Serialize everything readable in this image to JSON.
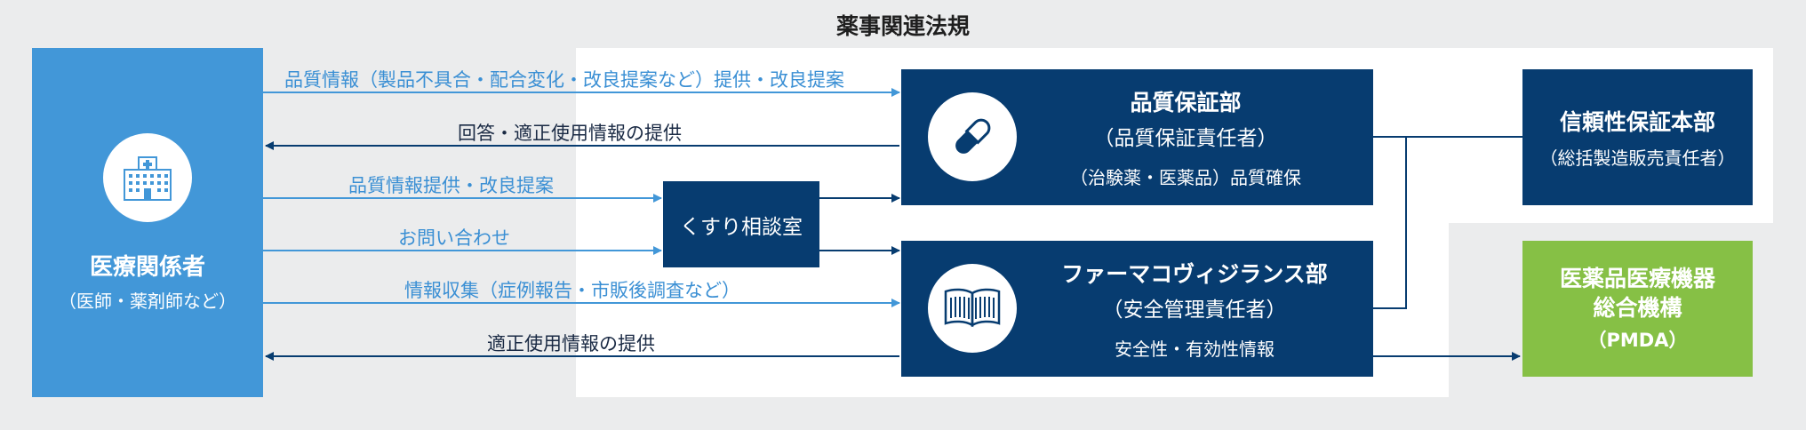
{
  "title": "薬事関連法規",
  "medical": {
    "name": "医療関係者",
    "sub": "（医師・薬剤師など）",
    "icon": "hospital-icon"
  },
  "quality": {
    "name": "品質保証部",
    "sub": "（品質保証責任者）",
    "desc": "（治験薬・医薬品）品質確保",
    "icon": "capsule-icon"
  },
  "pv": {
    "name": "ファーマコヴィジランス部",
    "sub": "（安全管理責任者）",
    "desc": "安全性・有効性情報",
    "icon": "open-book-icon"
  },
  "kusuri": {
    "name": "くすり相談室"
  },
  "reliability": {
    "name": "信頼性保証本部",
    "sub": "（総括製造販売責任者）"
  },
  "pmda": {
    "line1": "医薬品医療機器",
    "line2": "総合機構",
    "line3": "（PMDA）"
  },
  "arrows": {
    "a1": "品質情報（製品不具合・配合変化・改良提案など）提供・改良提案",
    "a2": "回答・適正使用情報の提供",
    "a3": "品質情報提供・改良提案",
    "a4": "お問い合わせ",
    "a5": "情報収集（症例報告・市販後調査など）",
    "a6": "適正使用情報の提供"
  },
  "colors": {
    "light_blue": "#4297d8",
    "navy": "#073c70",
    "green": "#86c045",
    "background": "#ebeced"
  }
}
